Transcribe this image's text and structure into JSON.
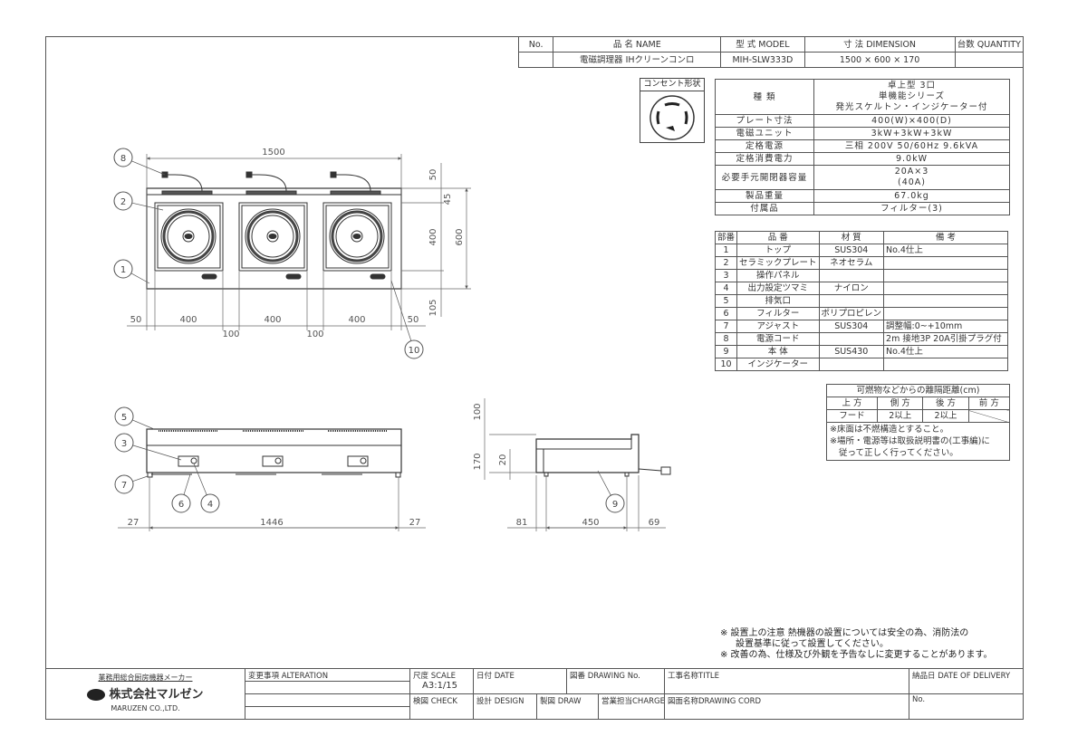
{
  "header": {
    "col_no": "No.",
    "col_name": "品 名 NAME",
    "col_model": "型 式 MODEL",
    "col_dimension": "寸 法 DIMENSION",
    "col_quantity": "台数 QUANTITY",
    "name": "電磁調理器 IHクリーンコンロ",
    "model": "MIH-SLW333D",
    "dimension": "1500 × 600 × 170",
    "quantity": ""
  },
  "outlet": {
    "title": "コンセント形状"
  },
  "spec": {
    "type_label": "種 類",
    "type_lines": [
      "卓上型 3口",
      "単機能シリーズ",
      "発光スケルトン・インジケーター付"
    ],
    "rows": [
      {
        "label": "プレート寸法",
        "value": "400(W)×400(D)"
      },
      {
        "label": "電磁ユニット",
        "value": "3kW+3kW+3kW"
      },
      {
        "label": "定格電源",
        "value": "三相 200V 50/60Hz 9.6kVA"
      },
      {
        "label": "定格消費電力",
        "value": "9.0kW"
      },
      {
        "label": "必要手元開閉器容量",
        "value": "20A×3",
        "value2": "(40A)"
      },
      {
        "label": "製品重量",
        "value": "67.0kg"
      },
      {
        "label": "付属品",
        "value": "フィルター(3)"
      }
    ]
  },
  "parts": {
    "headers": [
      "部番",
      "品 番",
      "材 質",
      "備 考"
    ],
    "rows": [
      [
        "1",
        "トップ",
        "SUS304",
        "No.4仕上"
      ],
      [
        "2",
        "セラミックプレート",
        "ネオセラム",
        ""
      ],
      [
        "3",
        "操作パネル",
        "",
        ""
      ],
      [
        "4",
        "出力設定ツマミ",
        "ナイロン",
        ""
      ],
      [
        "5",
        "排気口",
        "",
        ""
      ],
      [
        "6",
        "フィルター",
        "ポリプロピレン",
        ""
      ],
      [
        "7",
        "アジャスト",
        "SUS304",
        "調整幅:0~+10mm"
      ],
      [
        "8",
        "電源コード",
        "",
        "2m 接地3P 20A引掛プラグ付"
      ],
      [
        "9",
        "本 体",
        "SUS430",
        "No.4仕上"
      ],
      [
        "10",
        "インジケーター",
        "",
        ""
      ]
    ]
  },
  "clearance": {
    "title": "可燃物などからの離隔距離(cm)",
    "headers": [
      "上 方",
      "側 方",
      "後 方",
      "前 方"
    ],
    "values": [
      "フード",
      "2以上",
      "2以上",
      ""
    ],
    "note1": "※床面は不燃構造とすること。",
    "note2": "※場所・電源等は取扱説明書の(工事編)に",
    "note3": "従って正しく行ってください。"
  },
  "notes": [
    "※ 設置上の注意 熱機器の設置については安全の為、消防法の",
    "設置基準に従って設置してください。",
    "※ 改善の為、仕様及び外観を予告なしに変更することがあります。"
  ],
  "drawing": {
    "top": {
      "width": "1500",
      "d50": "50",
      "d45": "45",
      "d400v": "400",
      "d600": "600",
      "d105": "105",
      "b50l": "50",
      "b400a": "400",
      "b100a": "100",
      "b400b": "400",
      "b100b": "100",
      "b400c": "400",
      "b50r": "50"
    },
    "front": {
      "d27l": "27",
      "d1446": "1446",
      "d27r": "27"
    },
    "side": {
      "d100": "100",
      "d170": "170",
      "d20": "20",
      "d81": "81",
      "d450": "450",
      "d69": "69"
    },
    "balloons": {
      "b1": "1",
      "b2": "2",
      "b3": "3",
      "b4": "4",
      "b5": "5",
      "b6": "6",
      "b7": "7",
      "b8": "8",
      "b9": "9",
      "b10": "10"
    }
  },
  "footer": {
    "maker_caption": "業務用総合厨房機器メーカー",
    "company": "株式会社マルゼン",
    "company_en": "MARUZEN CO.,LTD.",
    "alteration": "変更事項 ALTERATION",
    "scale_label": "尺度 SCALE",
    "scale_value": "A3:1/15",
    "date": "日付 DATE",
    "drawing_no": "図番 DRAWING No.",
    "title": "工事名称TITLE",
    "delivery": "納品日 DATE OF DELIVERY",
    "check": "検図 CHECK",
    "design": "設計 DESIGN",
    "draw": "製図 DRAW",
    "charge": "営業担当CHARGE",
    "drawing_cord": "図面名称DRAWING CORD",
    "no": "No."
  }
}
